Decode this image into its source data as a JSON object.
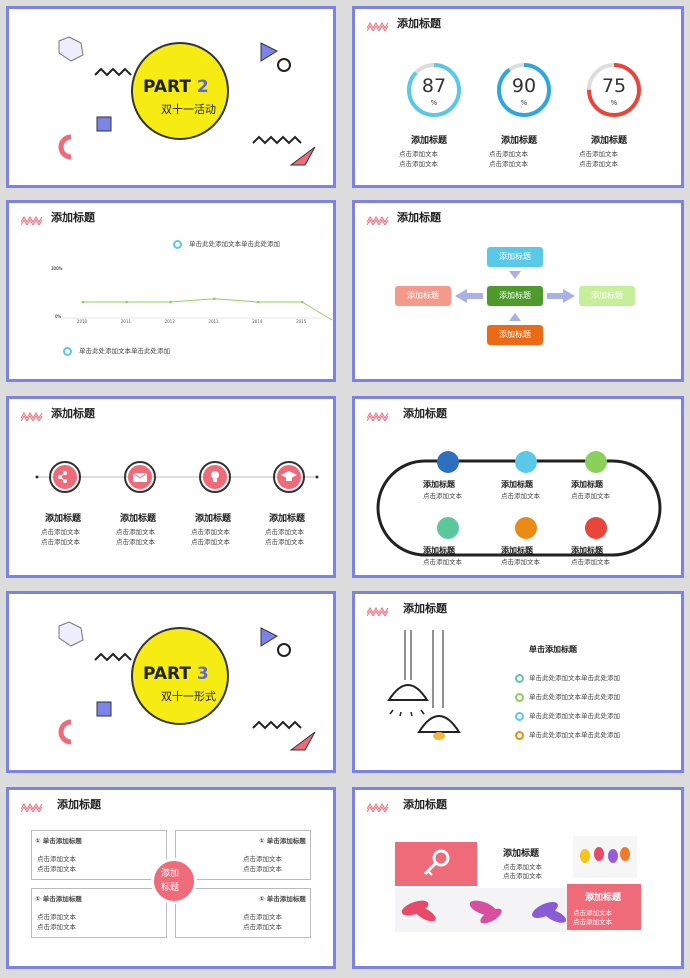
{
  "s1": {
    "part": "PART",
    "num": "2",
    "sub": "双十一活动"
  },
  "s2": {
    "title": "添加标题",
    "rings": [
      {
        "value": "87",
        "pct": "%",
        "label": "添加标题",
        "l1": "点击添加文本",
        "l2": "点击添加文本",
        "color": "#5ac8e8"
      },
      {
        "value": "90",
        "pct": "%",
        "label": "添加标题",
        "l1": "点击添加文本",
        "l2": "点击添加文本",
        "color": "#2ea7e0"
      },
      {
        "value": "75",
        "pct": "%",
        "label": "添加标题",
        "l1": "点击添加文本",
        "l2": "点击添加文本",
        "color": "#e9453a"
      }
    ]
  },
  "s3": {
    "title": "添加标题",
    "top_note": "单击此处添加文本单击此处添加",
    "bottom_note": "单击此处添加文本单击此处添加"
  },
  "chart_data": {
    "type": "line",
    "categories": [
      "2010",
      "2011",
      "2012",
      "2013",
      "2014",
      "2015"
    ],
    "series": [
      {
        "values": [
          100,
          100,
          100,
          120,
          100,
          100
        ]
      }
    ],
    "ytop_label": "300%",
    "ybottom_label": "0%"
  },
  "s4": {
    "title": "添加标题",
    "top": "添加标题",
    "center": "添加标题",
    "left": "添加标题",
    "right": "添加标题",
    "bottom": "添加标题"
  },
  "s5": {
    "title": "添加标题",
    "items": [
      {
        "label": "添加标题",
        "l1": "点击添加文本",
        "l2": "点击添加文本"
      },
      {
        "label": "添加标题",
        "l1": "点击添加文本",
        "l2": "点击添加文本"
      },
      {
        "label": "添加标题",
        "l1": "点击添加文本",
        "l2": "点击添加文本"
      },
      {
        "label": "添加标题",
        "l1": "点击添加文本",
        "l2": "点击添加文本"
      }
    ]
  },
  "s6": {
    "title": "添加标题",
    "items": [
      {
        "label": "添加标题",
        "sub": "点击添加文本"
      },
      {
        "label": "添加标题",
        "sub": "点击添加文本"
      },
      {
        "label": "添加标题",
        "sub": "点击添加文本"
      },
      {
        "label": "添加标题",
        "sub": "点击添加文本"
      },
      {
        "label": "添加标题",
        "sub": "点击添加文本"
      },
      {
        "label": "添加标题",
        "sub": "点击添加文本"
      }
    ]
  },
  "s7": {
    "part": "PART",
    "num": "3",
    "sub": "双十一形式"
  },
  "s8": {
    "title": "添加标题",
    "heading": "单击添加标题",
    "items": [
      "单击此处添加文本单击此处添加",
      "单击此处添加文本单击此处添加",
      "单击此处添加文本单击此处添加",
      "单击此处添加文本单击此处添加"
    ]
  },
  "s9": {
    "title": "添加标题",
    "center1": "添加",
    "center2": "标题",
    "panels": [
      {
        "head": "① 单击添加标题",
        "l1": "点击添加文本",
        "l2": "点击添加文本"
      },
      {
        "head": "① 单击添加标题",
        "l1": "点击添加文本",
        "l2": "点击添加文本"
      },
      {
        "head": "① 单击添加标题",
        "l1": "点击添加文本",
        "l2": "点击添加文本"
      },
      {
        "head": "① 单击添加标题",
        "l1": "点击添加文本",
        "l2": "点击添加文本"
      }
    ]
  },
  "s10": {
    "title": "添加标题",
    "heading": "添加标题",
    "l1": "点击添加文本",
    "l2": "点击添加文本",
    "box_title": "添加标题",
    "box_l1": "点击添加文本",
    "box_l2": "点击添加文本"
  }
}
